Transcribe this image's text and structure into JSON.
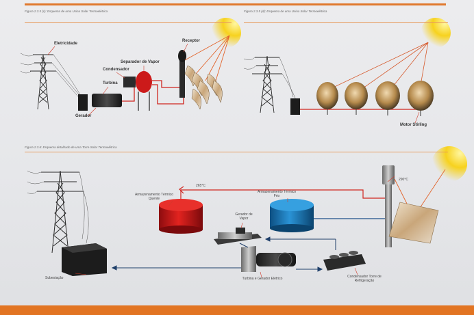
{
  "figures": {
    "fig1": {
      "caption": "Figura 2.3.5 (c): Esquema de uma Usina Solar Termoelétrica",
      "labels": {
        "electricity": "Eletricidade",
        "receiver": "Receptor",
        "steam_separator": "Separador de Vapor",
        "condenser": "Condensador",
        "turbine": "Turbina",
        "generator": "Gerador"
      }
    },
    "fig2": {
      "caption": "Figura 2.3.5 (d): Esquema de uma Usina Solar Termoelétrica",
      "labels": {
        "motor": "Motor Stirling"
      }
    },
    "fig3": {
      "caption": "Figura 2.3.6: Esquema detalhado de uma Torre Solar Termoelétrica",
      "labels": {
        "temp_hot": "265°C",
        "temp_tower": "290°C",
        "hot_storage": "Armazenamento Térmico Quente",
        "cold_storage": "Armazenamento Térmico Frio",
        "steam_gen": "Gerador de Vapor",
        "substation": "Subestação",
        "turbine_gen": "Turbina e Gerador Elétrico",
        "condenser_tower": "Condensador Torre de Refrigeração"
      }
    }
  },
  "colors": {
    "accent": "#e27422",
    "hot": "#c8161a",
    "cold": "#1f7ab8",
    "pipe_red": "#d0251f",
    "sun": "#f7d21e"
  },
  "icons": [
    "transmission-tower-icon",
    "sun-icon",
    "parabolic-dish-icon",
    "heliostat-mirror-icon",
    "storage-tank-icon"
  ]
}
